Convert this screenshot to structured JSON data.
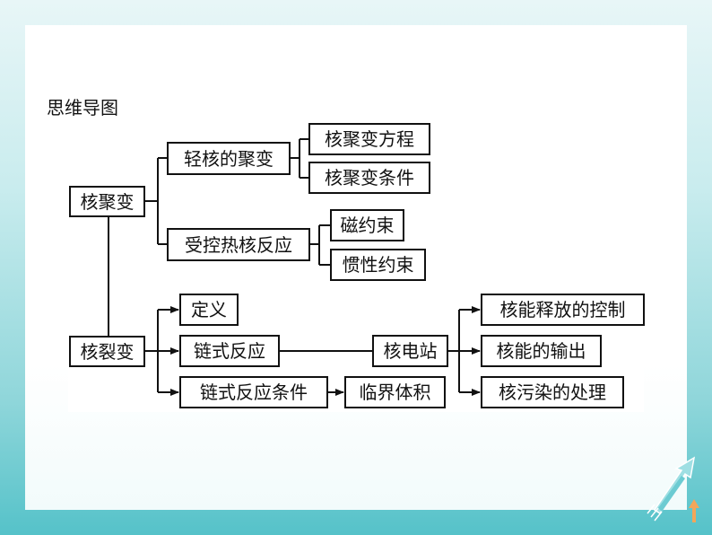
{
  "heading": "思维导图",
  "nodes": {
    "fusion": "核聚变",
    "light_nuclei_fusion": "轻核的聚变",
    "fusion_equation": "核聚变方程",
    "fusion_conditions": "核聚变条件",
    "controlled_reaction": "受控热核反应",
    "magnetic_confinement": "磁约束",
    "inertial_confinement": "惯性约束",
    "fission": "核裂变",
    "definition": "定义",
    "chain_reaction": "链式反应",
    "chain_reaction_conditions": "链式反应条件",
    "critical_volume": "临界体积",
    "nuclear_plant": "核电站",
    "energy_release_control": "核能释放的控制",
    "energy_output": "核能的输出",
    "pollution_treatment": "核污染的处理"
  },
  "colors": {
    "background": "#8fd6da",
    "line": "#111111",
    "arrow_icon": "#7fd0d6"
  }
}
